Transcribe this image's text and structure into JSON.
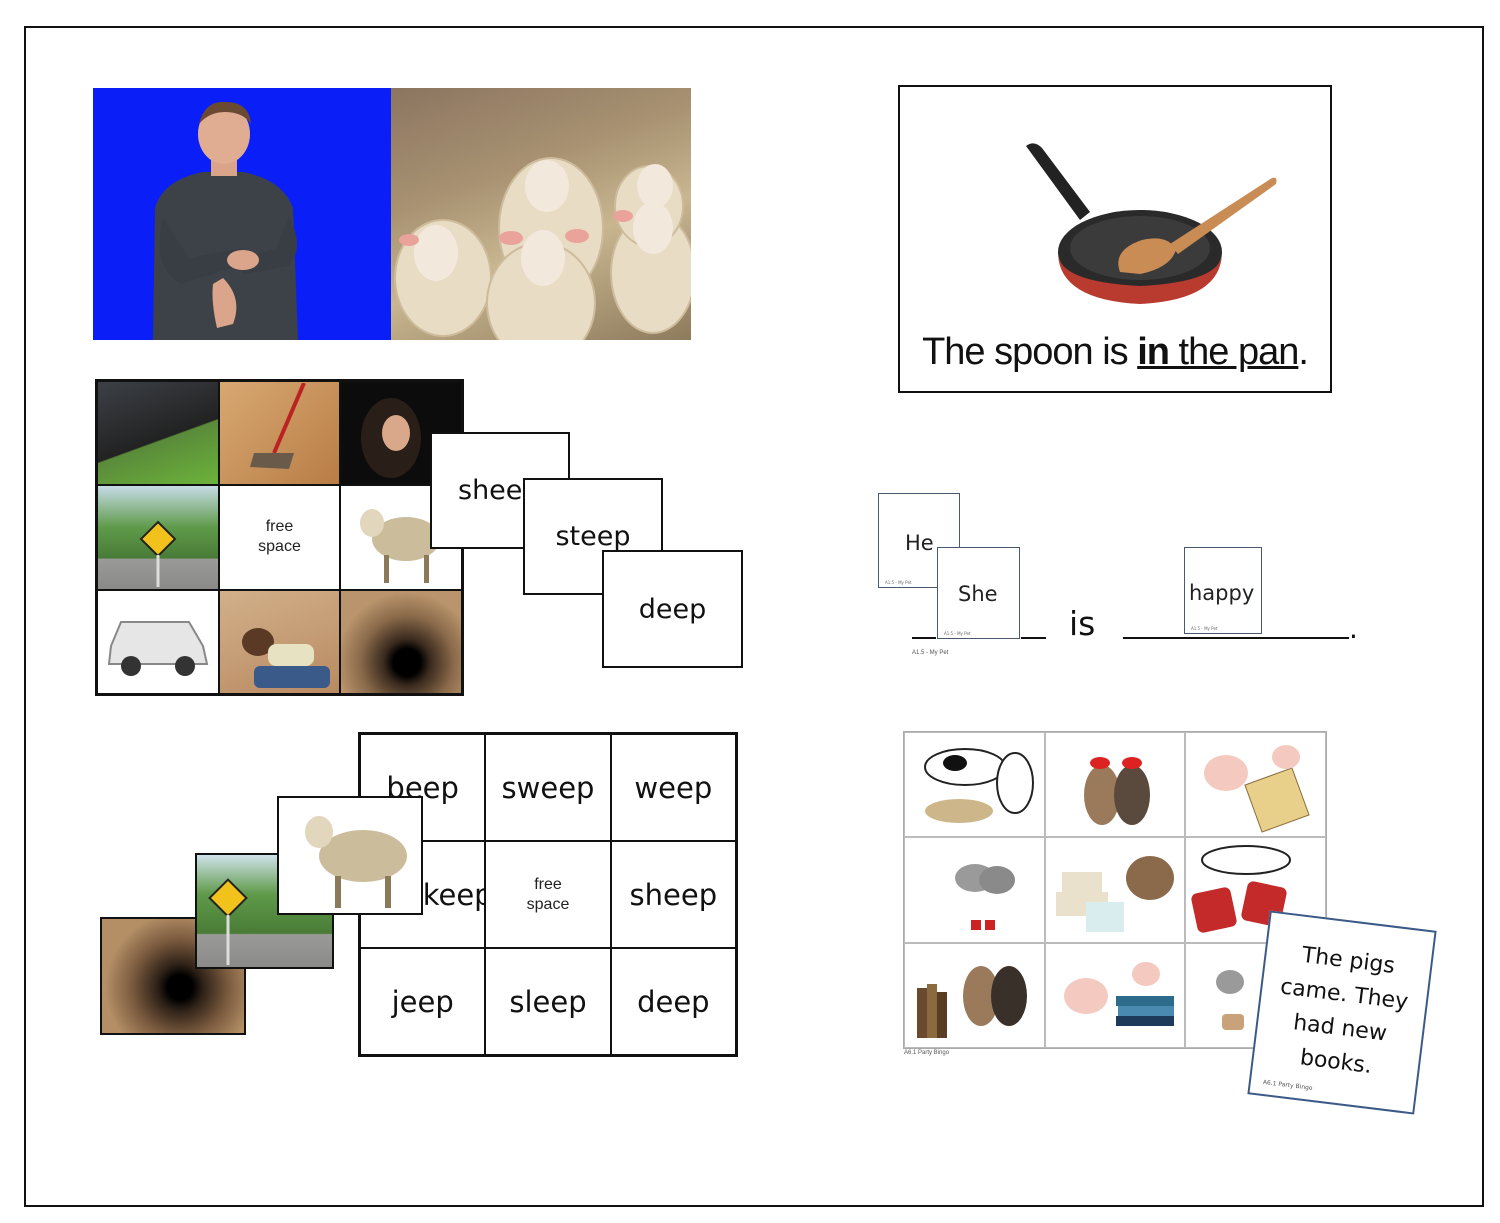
{
  "bingo1": {
    "free_line1": "free",
    "free_line2": "space",
    "cards": [
      "sheep",
      "steep",
      "deep"
    ]
  },
  "spoon_card": {
    "sentence_start": "The spoon is ",
    "sentence_bold": "in",
    "sentence_end": " the pan",
    "period": "."
  },
  "sentence_frame": {
    "card_he": "He",
    "card_she": "She",
    "card_happy": "happy",
    "word_is": "is",
    "period": ".",
    "card_tag": "A1.5 - My Pet",
    "frame_tag": "A1.5 - My Pet"
  },
  "bingo2": {
    "words": [
      "beep",
      "sweep",
      "weep",
      "keep",
      "",
      "sheep",
      "jeep",
      "sleep",
      "deep"
    ],
    "free_line1": "free",
    "free_line2": "space"
  },
  "party_bingo": {
    "label": "A6.1 Party Bingo",
    "card_lines": [
      "The pigs",
      "came. They",
      "had new",
      "books."
    ],
    "card_tag": "A6.1 Party Bingo"
  }
}
